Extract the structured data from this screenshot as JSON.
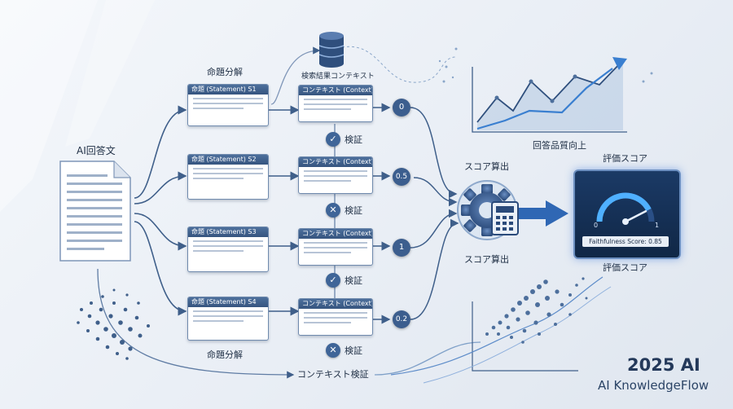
{
  "labels": {
    "decompose_top": "命題分解",
    "decompose_bottom": "命題分解",
    "search_context": "検索結果コンテキスト",
    "answer": "AI回答文",
    "quality": "回答品質向上",
    "score_top": "スコア算出",
    "score_bottom": "スコア算出",
    "eval_top": "評価スコア",
    "eval_bottom": "評価スコア",
    "context_verify": "コンテキスト検証"
  },
  "statements": [
    "命題 (Statement) S1",
    "命題 (Statement) S2",
    "命題 (Statement) S3",
    "命題 (Statement) S4"
  ],
  "contexts": [
    "コンテキスト (Context)",
    "コンテキスト (Context)",
    "コンテキスト (Context)",
    "コンテキスト (Context)"
  ],
  "verifications": [
    {
      "label": "検証",
      "icon": "✓",
      "result": "pass"
    },
    {
      "label": "検証",
      "icon": "✕",
      "result": "fail"
    },
    {
      "label": "検証",
      "icon": "✓",
      "result": "pass"
    },
    {
      "label": "検証",
      "icon": "✕",
      "result": "fail"
    }
  ],
  "scores": [
    "0",
    "0.5",
    "1",
    "0.2"
  ],
  "gauge": {
    "min_label": "0",
    "max_label": "1",
    "score_text": "Faithfulness Score: 0.85",
    "value": 0.85
  },
  "brand": {
    "year": "2025 AI",
    "name": "AI KnowledgeFlow"
  },
  "colors": {
    "primary": "#3c5e8e",
    "accent": "#4fa3e6",
    "panel": "#13305a"
  }
}
